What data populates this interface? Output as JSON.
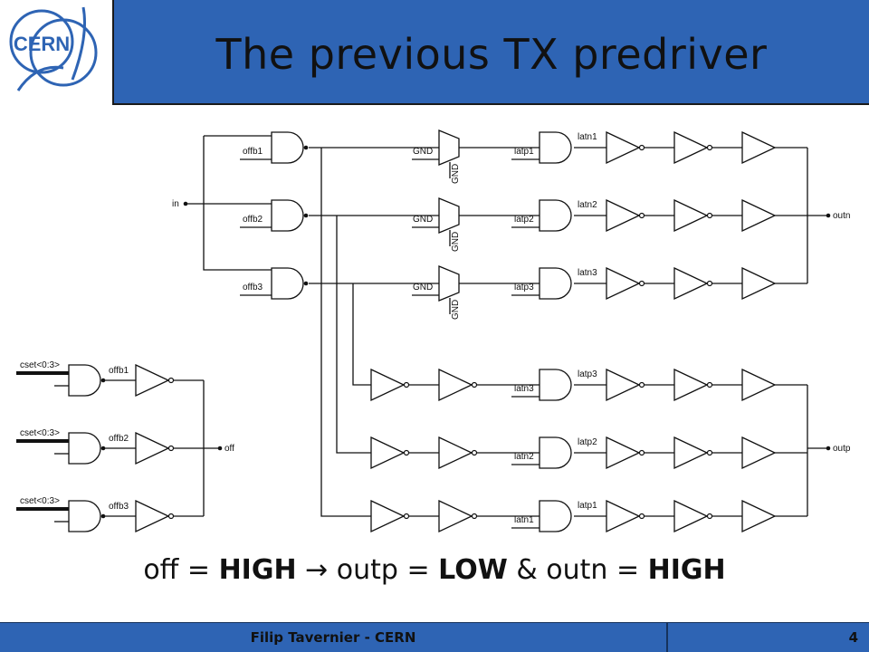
{
  "logo": {
    "text": "CERN",
    "color": "#2e64b4"
  },
  "title": "The previous TX predriver",
  "schematic": {
    "top_rows": [
      {
        "gate_label": "offb1",
        "mux_in": "GND",
        "mux_sel": "GND",
        "latch_in": "latp1",
        "latch_out": "latn1"
      },
      {
        "gate_label": "offb2",
        "mux_in": "GND",
        "mux_sel": "GND",
        "latch_in": "latp2",
        "latch_out": "latn2"
      },
      {
        "gate_label": "offb3",
        "mux_in": "GND",
        "mux_sel": "GND",
        "latch_in": "latp3",
        "latch_out": "latn3"
      }
    ],
    "bottom_rows": [
      {
        "latch_in": "latn3",
        "latch_out": "latp3"
      },
      {
        "latch_in": "latn2",
        "latch_out": "latp2"
      },
      {
        "latch_in": "latn1",
        "latch_out": "latp1"
      }
    ],
    "in_label": "in",
    "outn_label": "outn",
    "outp_label": "outp",
    "left_rows": [
      {
        "bus_label": "cset<0:3>",
        "gate_label": "offb1"
      },
      {
        "bus_label": "cset<0:3>",
        "gate_label": "offb2"
      },
      {
        "bus_label": "cset<0:3>",
        "gate_label": "offb3"
      }
    ],
    "off_label": "off"
  },
  "caption": {
    "p1": "off = ",
    "b1": "HIGH",
    "p2": " → outp = ",
    "b2": "LOW",
    "p3": " & outn = ",
    "b3": "HIGH"
  },
  "footer": {
    "author": "Filip Tavernier - CERN",
    "page": "4"
  }
}
